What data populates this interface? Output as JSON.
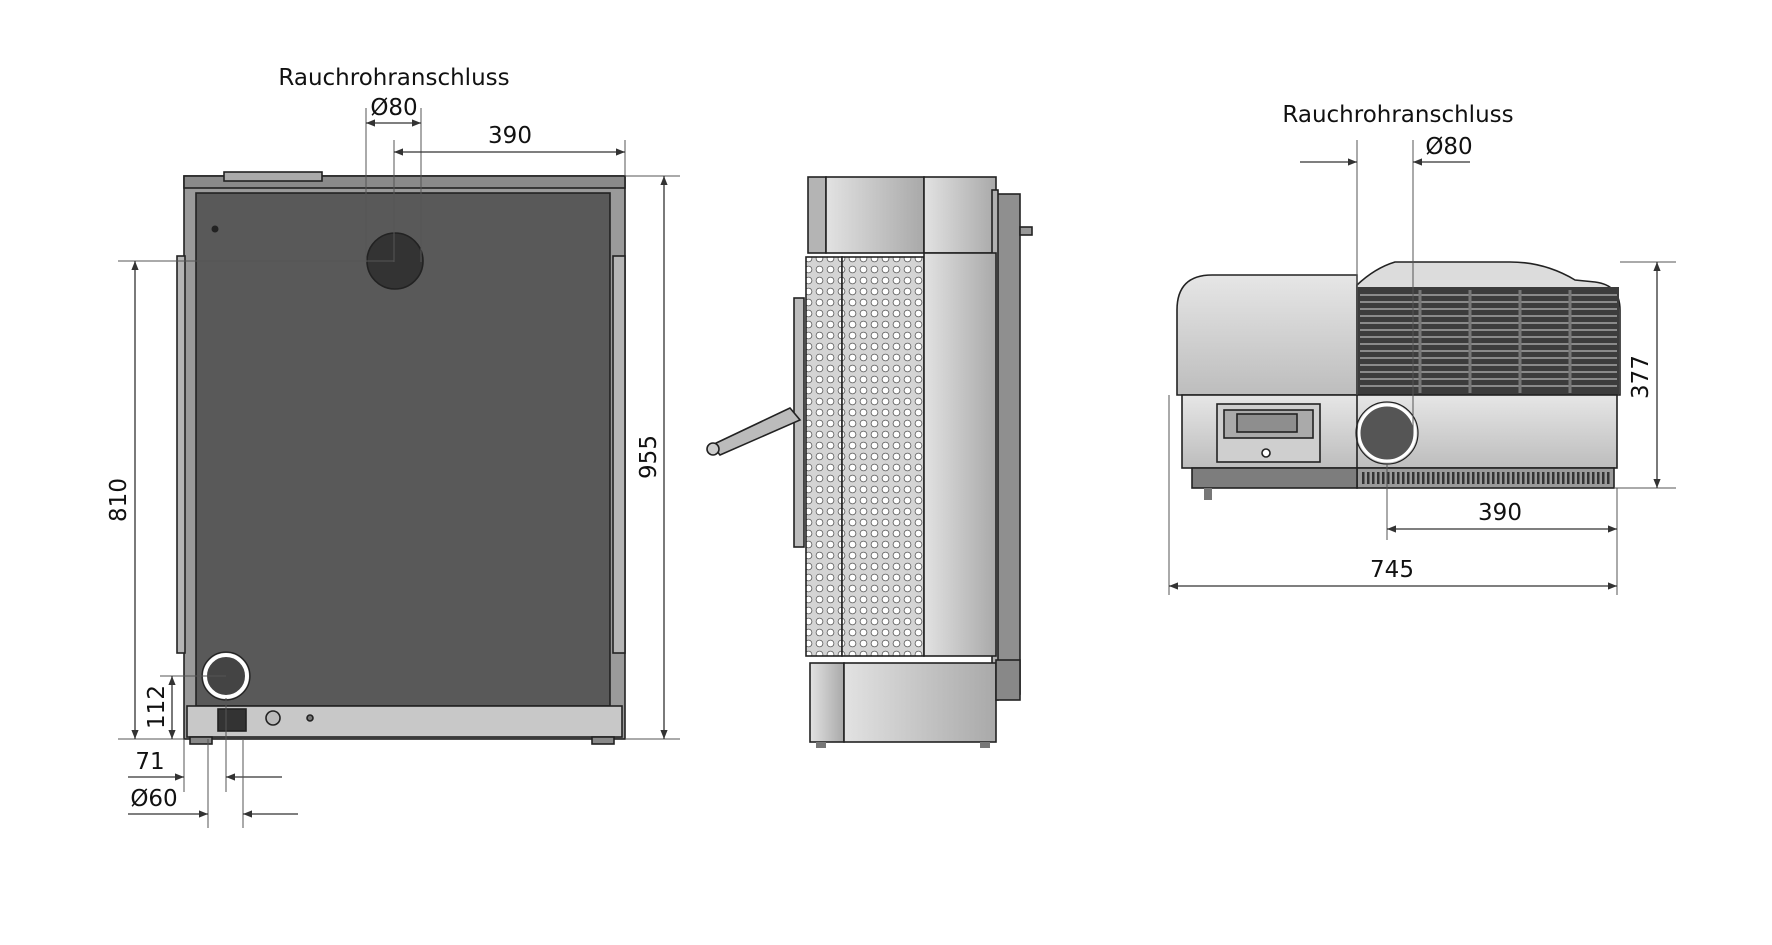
{
  "views": {
    "rear": {
      "flue_label": "Rauchrohranschluss",
      "flue_diameter": "Ø80",
      "flue_offset": "390",
      "total_height": "955",
      "flue_height": "810",
      "bottom_outlet_height": "112",
      "bottom_outlet_offset": "71",
      "bottom_outlet_diameter": "Ø60"
    },
    "top": {
      "flue_label": "Rauchrohranschluss",
      "flue_diameter": "Ø80",
      "depth": "377",
      "flue_offset": "390",
      "total_width": "745"
    }
  },
  "colors": {
    "panel_dark": "#595959",
    "frame_grey": "#9a9a9a",
    "steel_light": "#c8c8c8",
    "line": "#222222"
  }
}
